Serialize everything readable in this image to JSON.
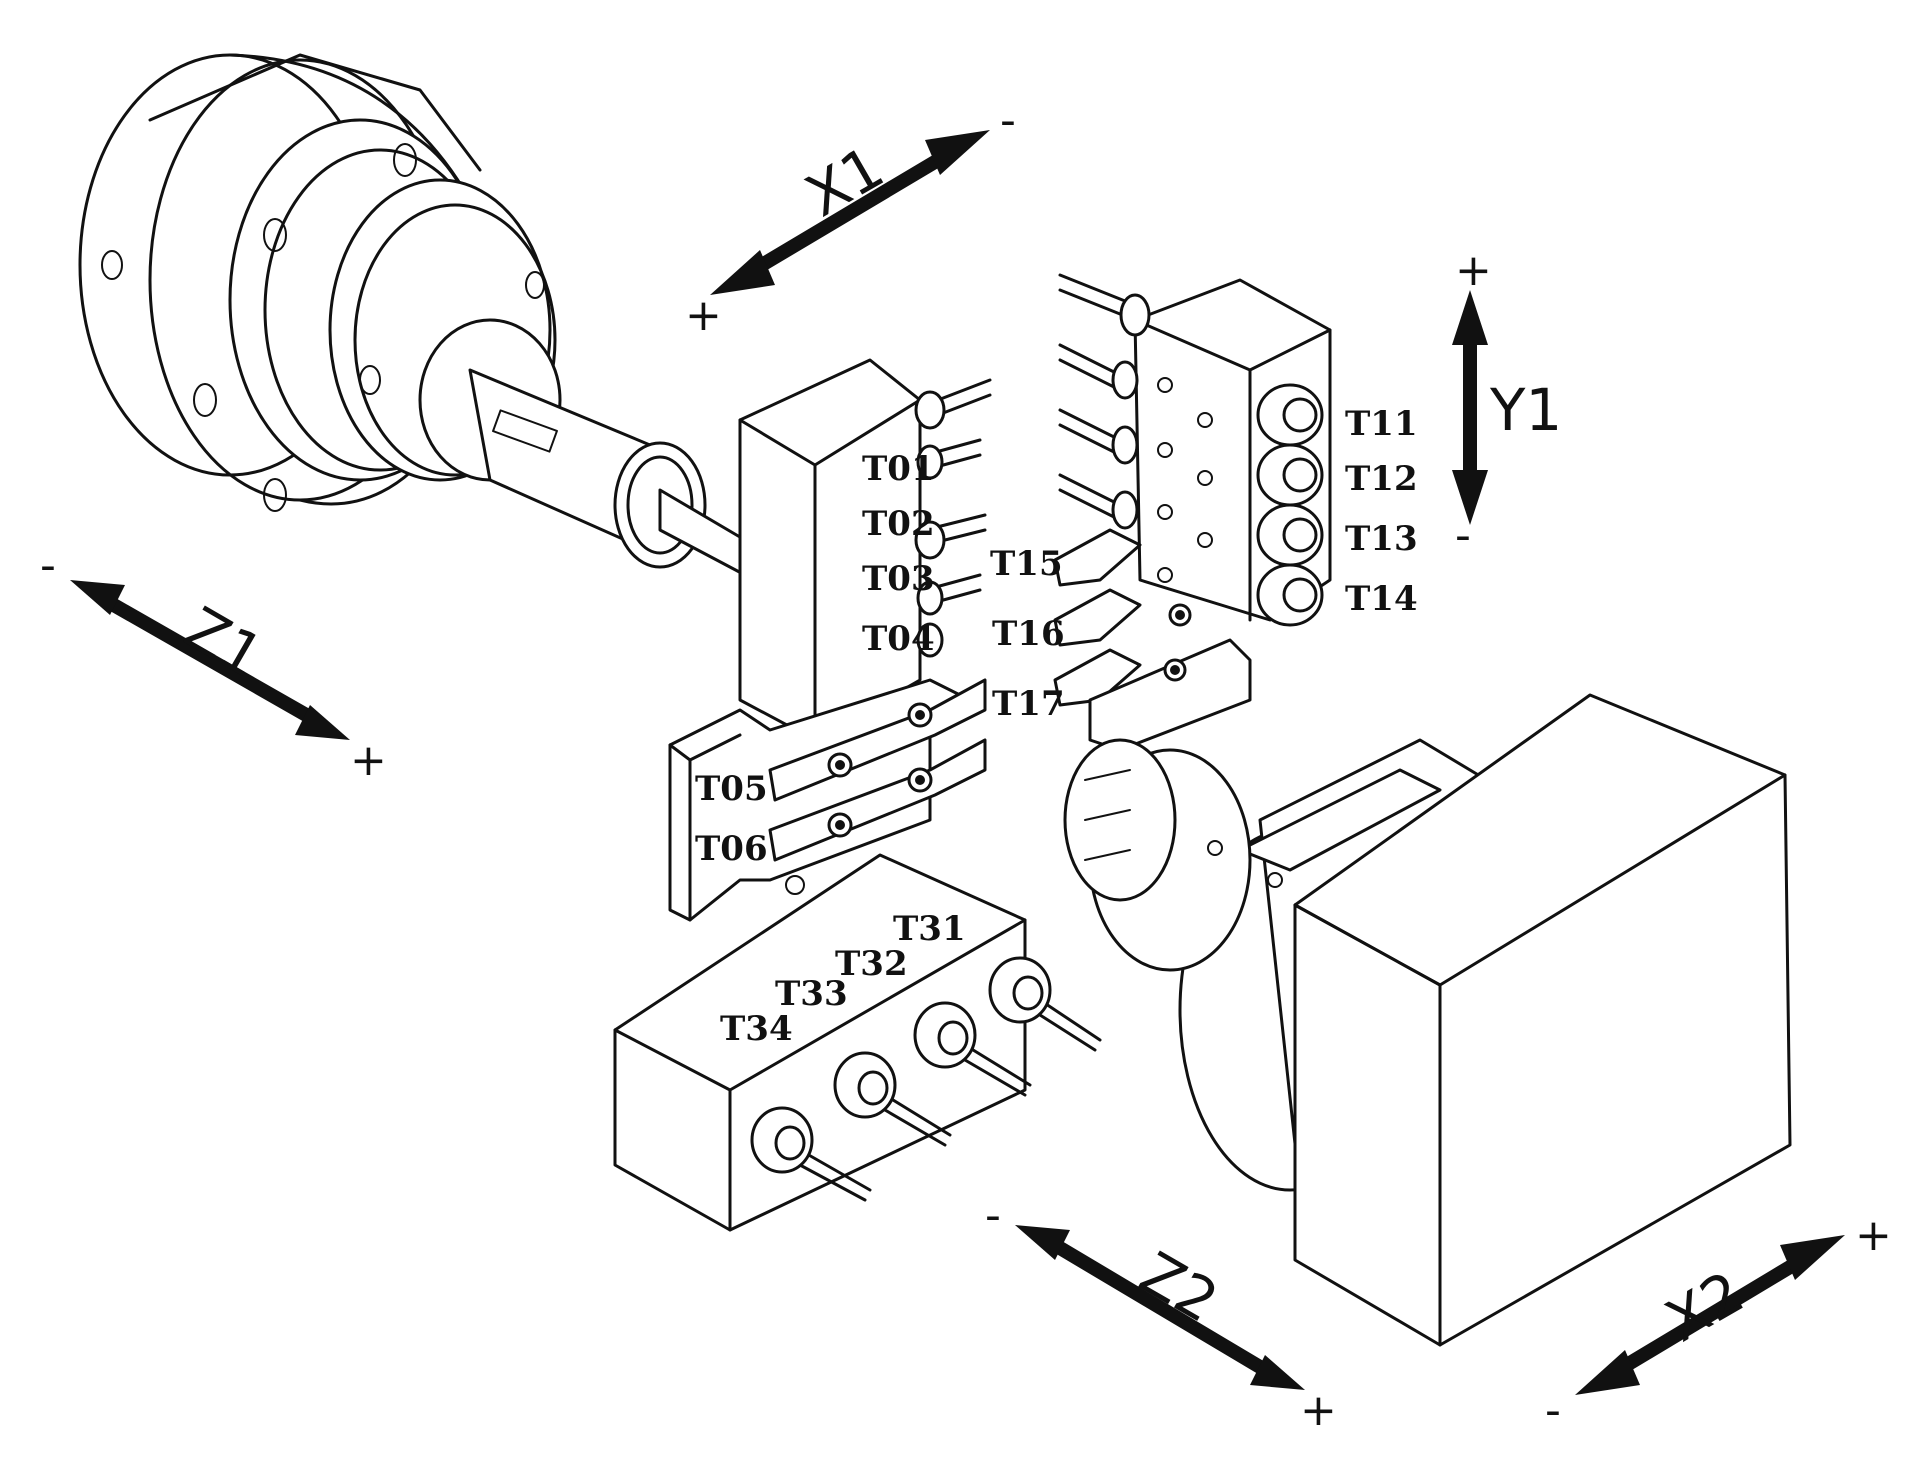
{
  "tools": {
    "t01": "T01",
    "t02": "T02",
    "t03": "T03",
    "t04": "T04",
    "t05": "T05",
    "t06": "T06",
    "t11": "T11",
    "t12": "T12",
    "t13": "T13",
    "t14": "T14",
    "t15": "T15",
    "t16": "T16",
    "t17": "T17",
    "t31": "T31",
    "t32": "T32",
    "t33": "T33",
    "t34": "T34"
  },
  "axes": {
    "x1": {
      "label": "X1",
      "plus": "+",
      "minus": "-"
    },
    "y1": {
      "label": "Y1",
      "plus": "+",
      "minus": "-"
    },
    "z1": {
      "label": "Z1",
      "plus": "+",
      "minus": "-"
    },
    "z2": {
      "label": "Z2",
      "plus": "+",
      "minus": "-"
    },
    "x2": {
      "label": "X2",
      "plus": "+",
      "minus": "-"
    }
  },
  "colors": {
    "ink": "#111111",
    "paper": "#ffffff"
  }
}
